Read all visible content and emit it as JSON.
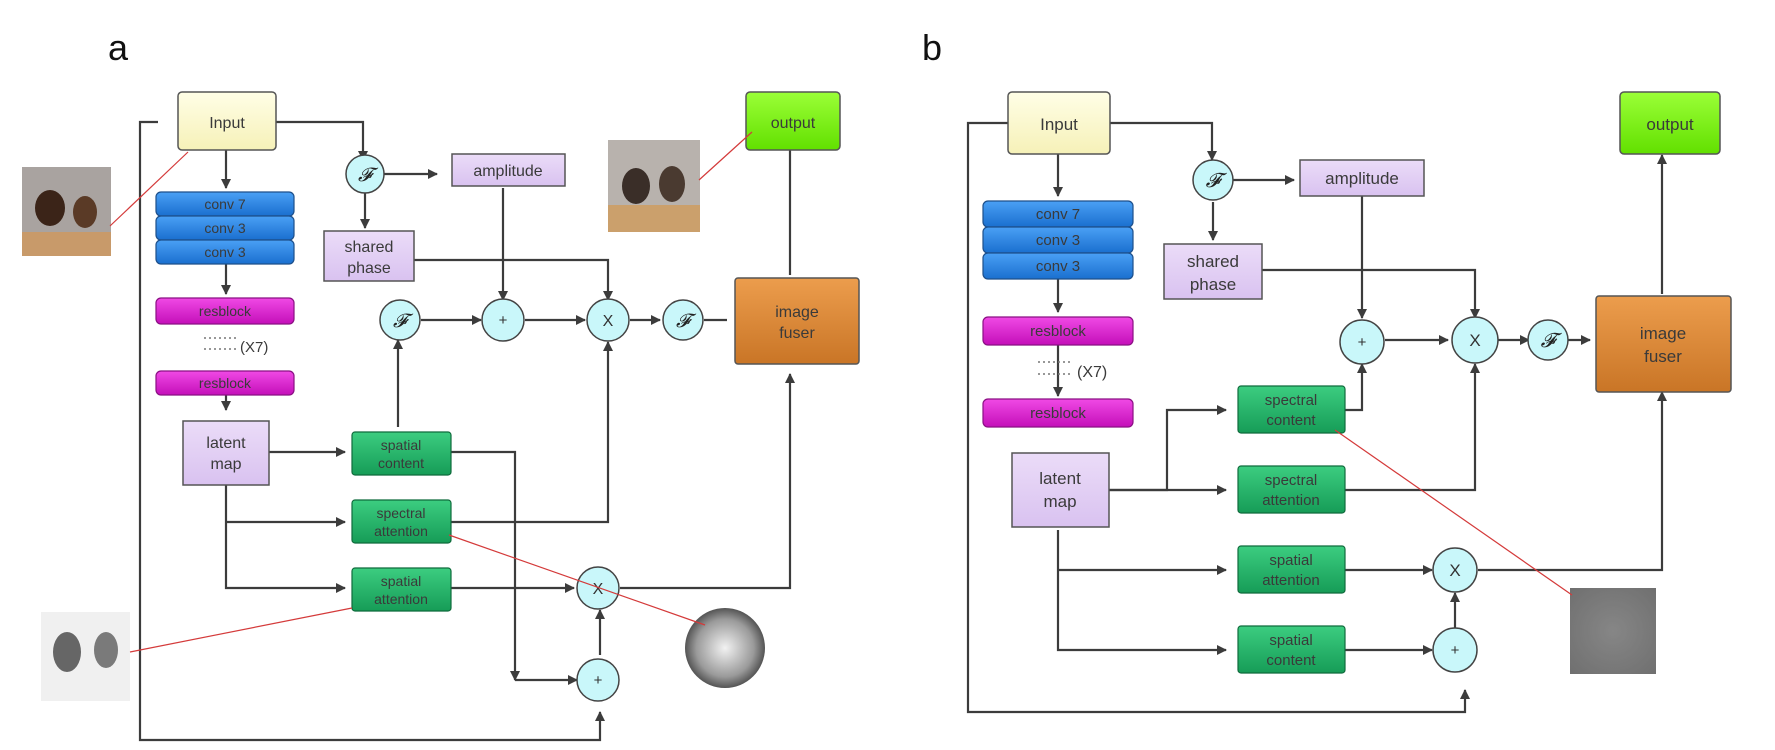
{
  "panels": [
    {
      "label": "a",
      "nodes": {
        "input": "Input",
        "output": "output",
        "conv7": "conv 7",
        "conv3a": "conv 3",
        "conv3b": "conv 3",
        "resblock1": "resblock",
        "repeat": "(X7)",
        "resblock2": "resblock",
        "latent_l1": "latent",
        "latent_l2": "map",
        "shared_l1": "shared",
        "shared_l2": "phase",
        "amplitude": "amplitude",
        "fuser_l1": "image",
        "fuser_l2": "fuser",
        "spatial_content_l1": "spatial",
        "spatial_content_l2": "content",
        "spectral_attention_l1": "spectral",
        "spectral_attention_l2": "attention",
        "spatial_attention_l1": "spatial",
        "spatial_attention_l2": "attention"
      },
      "ops": {
        "fourier": "𝓕",
        "plus": "+",
        "times": "X"
      }
    },
    {
      "label": "b",
      "nodes": {
        "input": "Input",
        "output": "output",
        "conv7": "conv 7",
        "conv3a": "conv 3",
        "conv3b": "conv 3",
        "resblock1": "resblock",
        "repeat": "(X7)",
        "resblock2": "resblock",
        "latent_l1": "latent",
        "latent_l2": "map",
        "shared_l1": "shared",
        "shared_l2": "phase",
        "amplitude": "amplitude",
        "fuser_l1": "image",
        "fuser_l2": "fuser",
        "spectral_content_l1": "spectral",
        "spectral_content_l2": "content",
        "spectral_attention_l1": "spectral",
        "spectral_attention_l2": "attention",
        "spatial_attention_l1": "spatial",
        "spatial_attention_l2": "attention",
        "spatial_content_l1": "spatial",
        "spatial_content_l2": "content"
      },
      "ops": {
        "fourier": "𝓕",
        "plus": "+",
        "times": "X"
      }
    }
  ],
  "colors": {
    "input_fill": "#fdfbd0",
    "output_fill": "#7cf712",
    "conv_fill": "#2b86e8",
    "resblock_fill": "#e31ed6",
    "lavender_fill": "#e2d0f4",
    "green_fill": "#1fb86a",
    "fuser_fill": "#e08a33",
    "op_fill": "#c9f7fa",
    "arrow": "#3c3c3c",
    "callout": "#d43a3a"
  }
}
